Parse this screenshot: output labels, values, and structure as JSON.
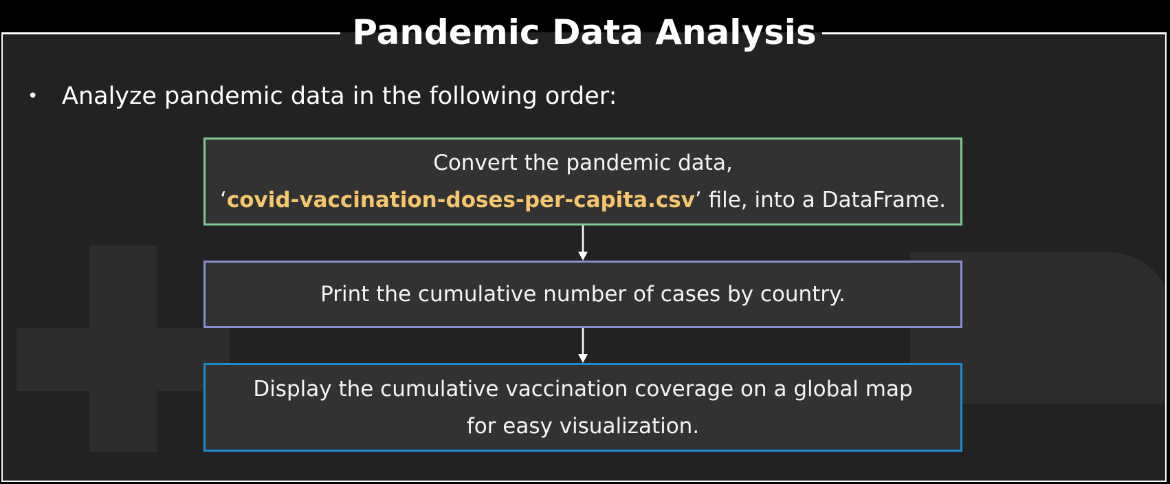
{
  "title": "Pandemic Data Analysis",
  "bullet": "Analyze pandemic data in the following order:",
  "steps": [
    {
      "line1": "Convert the pandemic data,",
      "line2_prefix": "‘",
      "line2_filename": "covid-vaccination-doses-per-capita.csv",
      "line2_suffix": "’ file, into a DataFrame.",
      "border_color": "#80c995"
    },
    {
      "line1": "Print the cumulative number of cases by country.",
      "border_color": "#8a8fd3"
    },
    {
      "line1": "Display the cumulative vaccination coverage on a global map",
      "line2": "for easy visualization.",
      "border_color": "#1e8ad0"
    }
  ],
  "colors": {
    "background": "#222222",
    "highlight": "#f5c66d",
    "text": "#ffffff"
  },
  "icons": [
    "down-arrow-icon",
    "down-arrow-icon"
  ]
}
